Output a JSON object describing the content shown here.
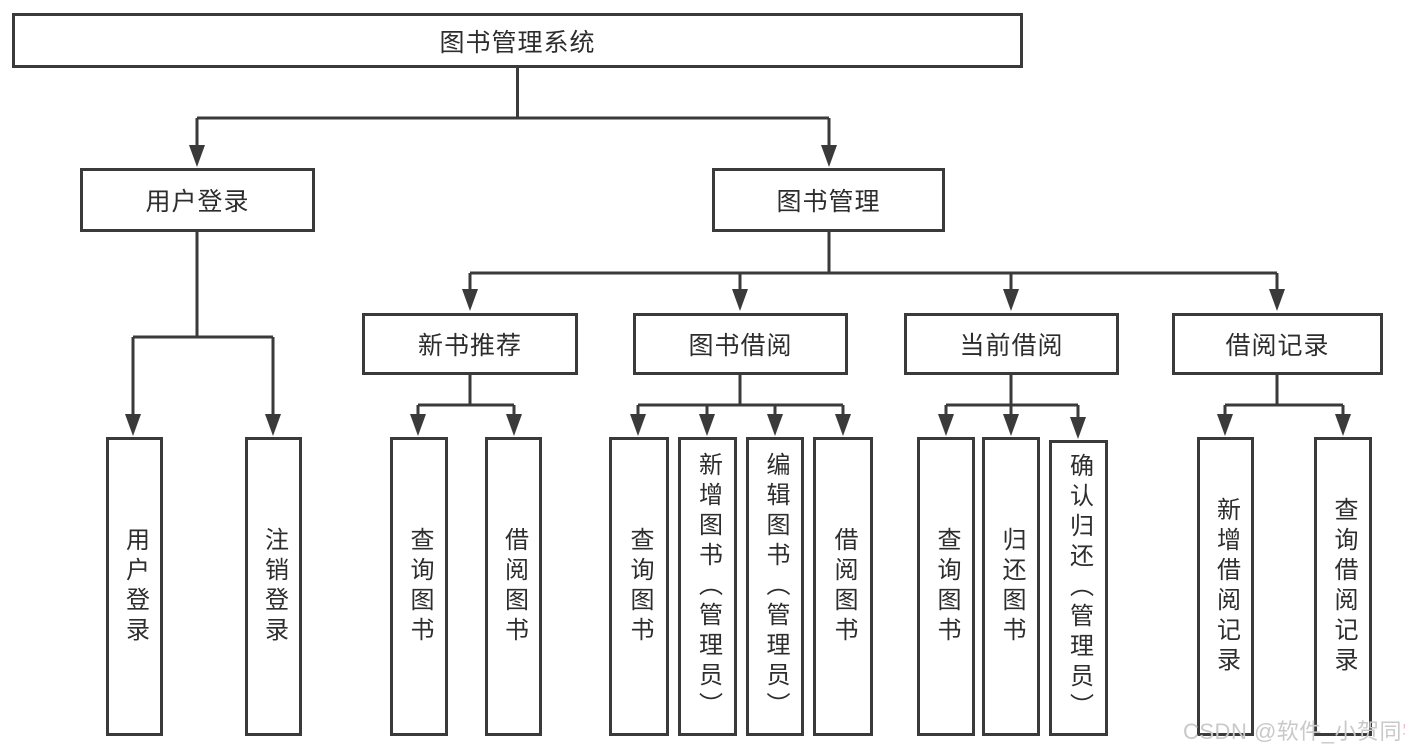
{
  "nodes": {
    "root": "图书管理系统",
    "level2": [
      "用户登录",
      "图书管理"
    ],
    "level3": [
      "新书推荐",
      "图书借阅",
      "当前借阅",
      "借阅记录"
    ],
    "leaves": [
      "用户登录",
      "注销登录",
      "查询图书",
      "借阅图书",
      "查询图书",
      "新增图书（管理员）",
      "编辑图书（管理员）",
      "借阅图书",
      "查询图书",
      "归还图书",
      "确认归还（管理员）",
      "新增借阅记录",
      "查询借阅记录"
    ]
  },
  "watermark": {
    "prefix": "CSDN @软件_小贺同",
    "suffix": "学"
  },
  "colors": {
    "line": "#3a3a3a",
    "text": "#2d2d2d",
    "background": "#ffffff",
    "watermark_gray": "#c9c9c9",
    "watermark_pink": "#efb9c5"
  }
}
